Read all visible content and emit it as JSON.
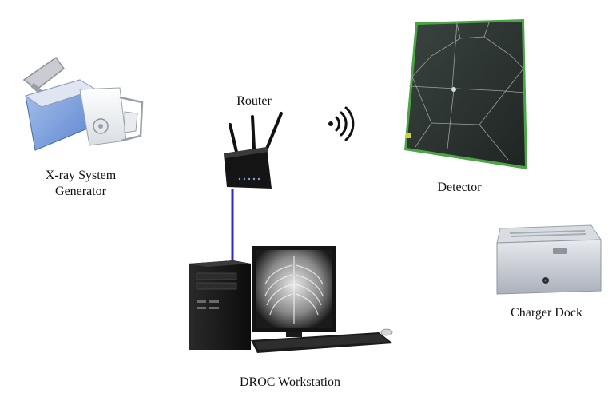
{
  "diagram": {
    "nodes": {
      "generator": {
        "label_line1": "X-ray System",
        "label_line2": "Generator",
        "icon": "xray-generator-icon"
      },
      "router": {
        "label": "Router",
        "icon": "router-icon"
      },
      "detector": {
        "label": "Detector",
        "icon": "flat-panel-detector-icon"
      },
      "charger": {
        "label": "Charger Dock",
        "icon": "charger-dock-icon"
      },
      "workstation": {
        "label": "DROC Workstation",
        "icon": "workstation-icon"
      }
    },
    "links": [
      {
        "from": "router",
        "to": "workstation",
        "type": "wired",
        "color": "#2a2ad6"
      },
      {
        "from": "router",
        "to": "detector",
        "type": "wireless",
        "icon": "wifi-signal-icon"
      }
    ]
  }
}
